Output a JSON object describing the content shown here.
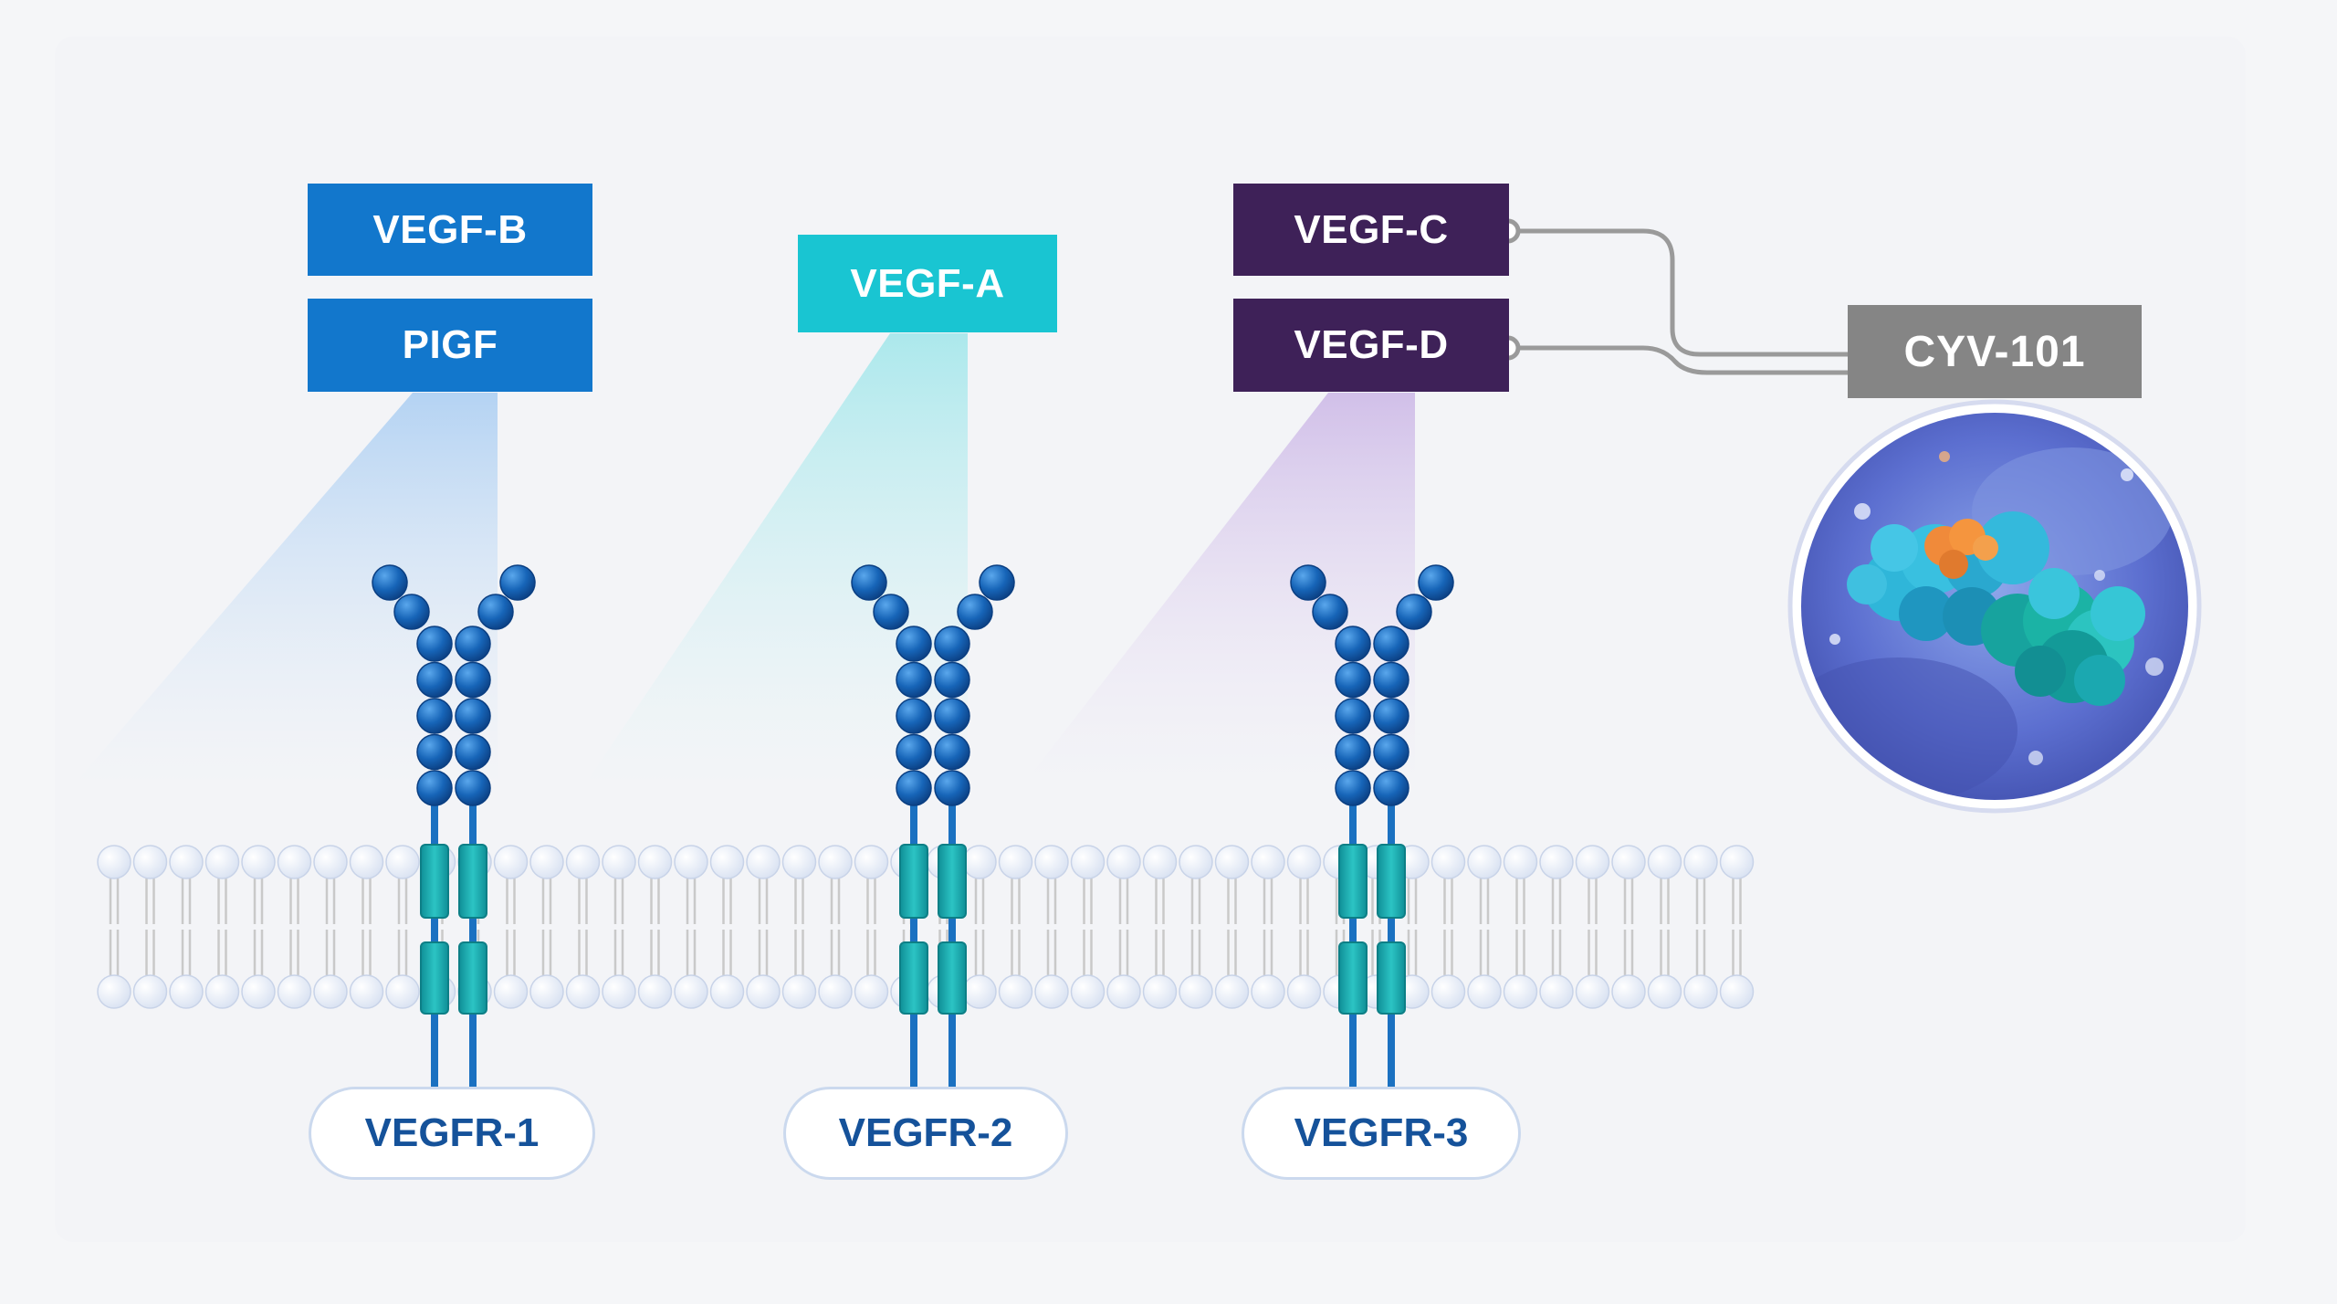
{
  "colors": {
    "blue_ligand": "#1277cc",
    "cyan_ligand": "#19c5d2",
    "purple_ligand": "#3e2158",
    "drug_box": "#858585",
    "receptor_bead": "#1765b8",
    "receptor_tm": "#1ab0b0",
    "membrane_head": "#e9eef8",
    "membrane_tail": "#c9c9c9",
    "label_text": "#15529a",
    "connector": "#9a9a9a"
  },
  "ligands": {
    "vegf_b": "VEGF-B",
    "pigf": "PIGF",
    "vegf_a": "VEGF-A",
    "vegf_c": "VEGF-C",
    "vegf_d": "VEGF-D"
  },
  "receptors": {
    "r1": "VEGFR-1",
    "r2": "VEGFR-2",
    "r3": "VEGFR-3"
  },
  "drug": {
    "label": "CYV-101",
    "image_icon": "protein-structure-illustration"
  }
}
